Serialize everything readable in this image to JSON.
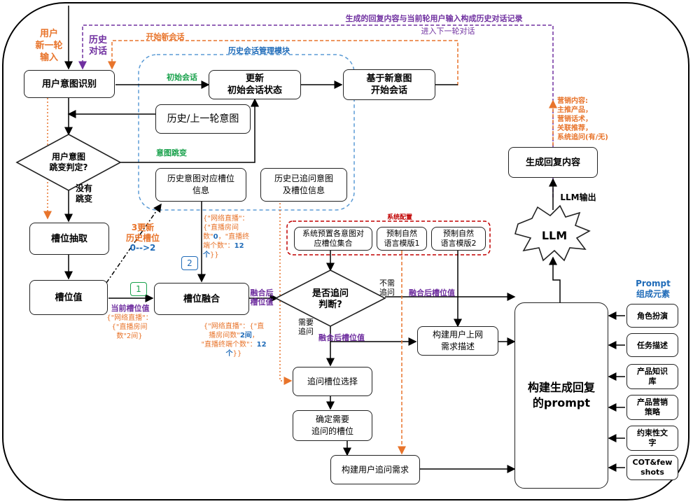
{
  "nodes": {
    "intent": "用户意图识别",
    "update_state": "更新\n初始会话状态",
    "new_session": "基于新意图\n开始会话",
    "hist_intent": "历史/上一轮意图",
    "judge_jump": "用户意图\n跳变判定?",
    "hist_slot_info": "历史意图对应槽位\n信息",
    "asked_info": "历史已追问意图\n及槽位信息",
    "slot_extract": "槽位抽取",
    "slot_value": "槽位值",
    "slot_merge": "槽位融合",
    "need_ask": "是否追问\n判断?",
    "sys_slots": "系统预置各意图对\n应槽位集合",
    "tpl1": "预制自然\n语言模版1",
    "tpl2": "预制自然\n语言模版2",
    "build_desc": "构建用户上网\n需求描述",
    "ask_select": "追问槽位选择",
    "confirm_slot": "确定需要\n追问的槽位",
    "build_ask": "构建用户追问需求",
    "build_prompt": "构建生成回复\n的prompt",
    "gen_reply": "生成回复内容",
    "llm": "LLM",
    "role": "角色扮演",
    "task": "任务描述",
    "kb": "产品知识\n库",
    "strategy": "产品营销\n策略",
    "constraint": "约束性文\n字",
    "cot": "COT&few\nshots"
  },
  "labels": {
    "user_new": "用户\n新一轮\n输入",
    "hist_dialog": "历史\n对话",
    "top_record": "生成的回复内容与当前轮用户输入构成历史对话记录",
    "next_round": "进入下一轮对话",
    "start_new": "开始新会话",
    "module": "历史会话管理模块",
    "init_session": "初始会话",
    "intent_jump": "意图跳变",
    "no_jump": "没有\n跳变",
    "update_slot": "3更新\n历史槽位",
    "update_slot_val": "0-->2",
    "cur_slot": "当前槽位值",
    "cur_slot_val": "{\"网络直播\"：\n{\"直播房间\n数\"2间}",
    "hist_slot_val_a": "{\"网络直播\"：\n{\"直播房间\n数\"",
    "hist_slot_val_b": "0",
    "hist_slot_val_c": "，\"直播终\n端个数\"",
    "hist_slot_val_d": "12个",
    "hist_slot_val_e": "}}",
    "merged_a": "{\"网络直播\"：{\"直\n播房间数\"",
    "merged_b": "2间",
    "merged_c": "，\n\"直播终端个数\"：",
    "merged_d": "12个",
    "merged_e": "}}",
    "merged_slot_1": "融合后\n槽位值",
    "no_need": "不需\n追问",
    "merged_slot_2": "融合后槽位值",
    "need_ask_lbl": "需要\n追问",
    "merged_slot_3": "融合后槽位值",
    "sys_config": "系统配置",
    "llm_out": "LLM输出",
    "marketing": "营销内容:\n主推产品，\n营销话术，\n关联推荐，\n系统追问(有/无)",
    "prompt_elem": "Prompt\n组成元素",
    "badge1": "1",
    "badge2": "2"
  },
  "colors": {
    "orange": "#e8742b",
    "purple": "#7030a0",
    "green": "#18a14b",
    "blue": "#1f6bb8",
    "red": "#c00000"
  }
}
